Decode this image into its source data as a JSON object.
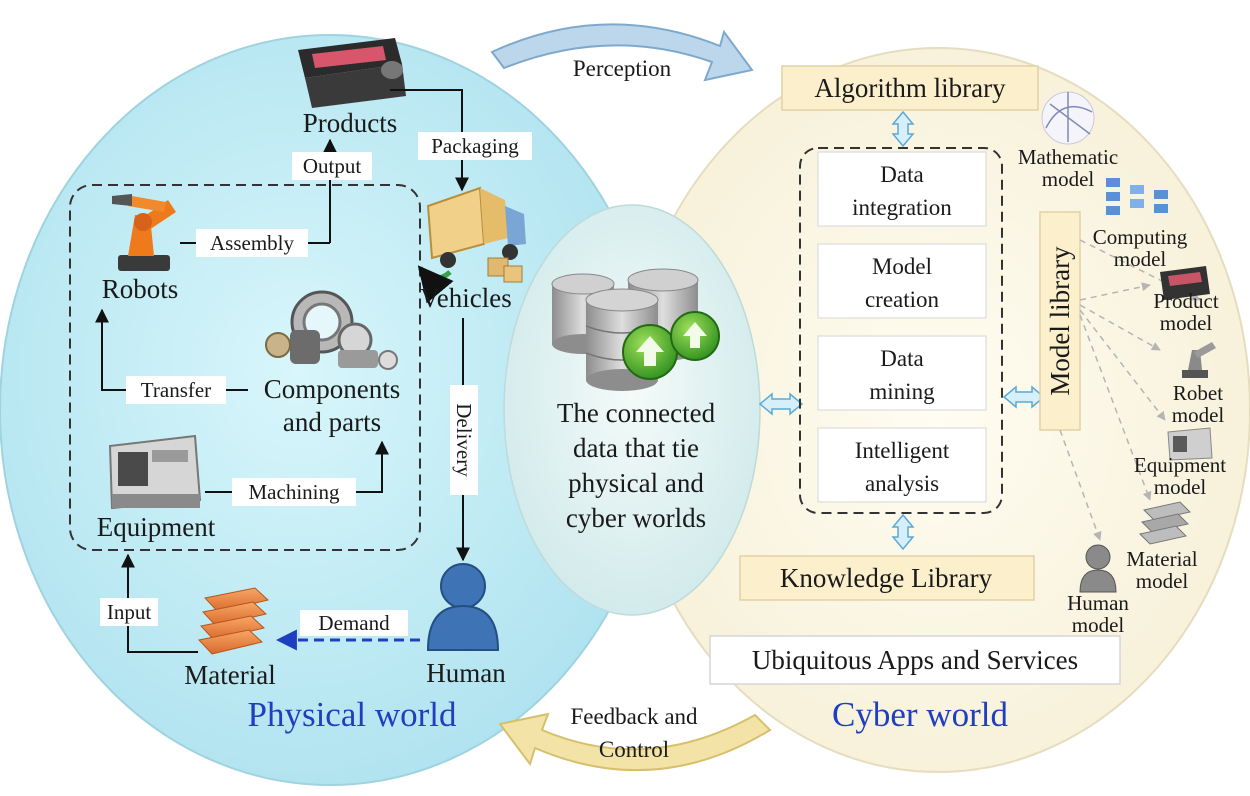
{
  "physical": {
    "title": "Physical world",
    "products": "Products",
    "output": "Output",
    "packaging": "Packaging",
    "assembly": "Assembly",
    "robots": "Robots",
    "vehicles": "Vehicles",
    "transfer": "Transfer",
    "components_1": "Components",
    "components_2": "and parts",
    "machining": "Machining",
    "equipment": "Equipment",
    "delivery": "Delivery",
    "input": "Input",
    "demand": "Demand",
    "material": "Material",
    "human": "Human"
  },
  "center": {
    "line1": "The connected",
    "line2": "data that tie",
    "line3": "physical and",
    "line4": "cyber worlds"
  },
  "cyber": {
    "title": "Cyber world",
    "algorithm_library": "Algorithm library",
    "knowledge_library": "Knowledge Library",
    "apps": "Ubiquitous Apps and Services",
    "model_library": "Model library",
    "steps": [
      {
        "l1": "Data",
        "l2": "integration"
      },
      {
        "l1": "Model",
        "l2": "creation"
      },
      {
        "l1": "Data",
        "l2": "mining"
      },
      {
        "l1": "Intelligent",
        "l2": "analysis"
      }
    ],
    "models": [
      {
        "l1": "Mathematic",
        "l2": "model"
      },
      {
        "l1": "Computing",
        "l2": "model"
      },
      {
        "l1": "Product",
        "l2": "model"
      },
      {
        "l1": "Robet",
        "l2": "model"
      },
      {
        "l1": "Equipment",
        "l2": "model"
      },
      {
        "l1": "Material",
        "l2": "model"
      },
      {
        "l1": "Human",
        "l2": "model"
      }
    ]
  },
  "arrows": {
    "perception": "Perception",
    "feedback_1": "Feedback and",
    "feedback_2": "Control"
  },
  "colors": {
    "physical_fill": "#c6eef7",
    "cyber_fill": "#fbf7e6",
    "world_title": "#1f3fbf",
    "library_box": "#fbefcc",
    "double_arrow": "#7fc4e8",
    "top_arrow": "#bcd7ec",
    "bottom_arrow": "#f4e3a6",
    "demand_arrow": "#1f3fbf"
  }
}
